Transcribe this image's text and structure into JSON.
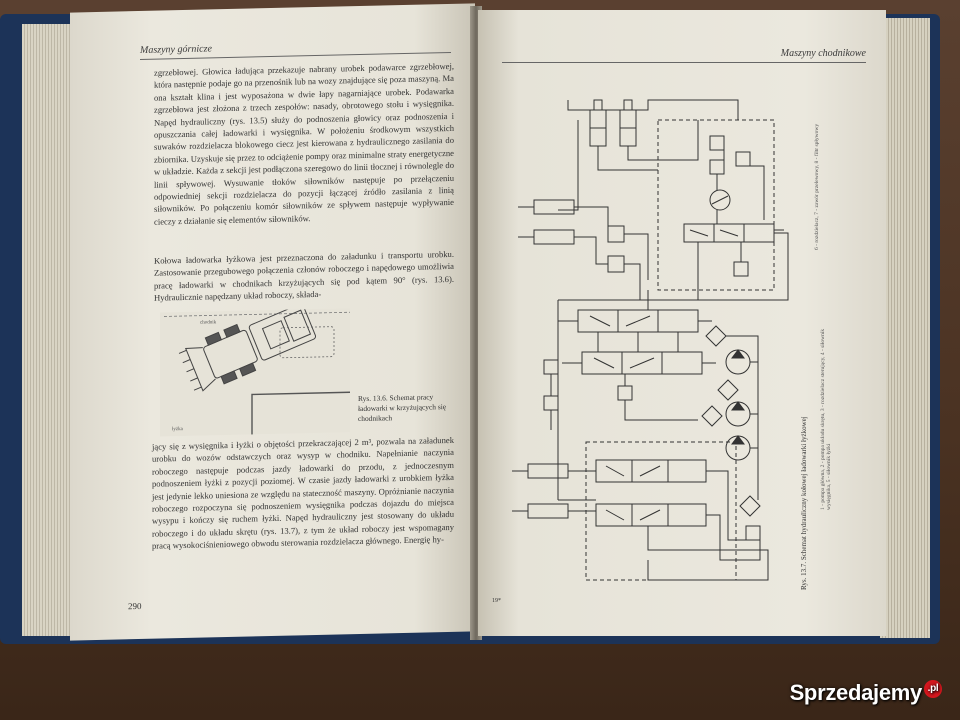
{
  "book": {
    "left_page": {
      "running_head": "Maszyny górnicze",
      "paragraph_1": "zgrzebłowej. Głowica ładująca przekazuje nabrany urobek podawarce zgrzebłowej, która następnie podaje go na przenośnik lub na wozy znajdujące się poza maszyną. Ma ona kształt klina i jest wyposażona w dwie łapy nagarniające urobek. Podawarka zgrzebłowa jest złożona z trzech zespołów: nasady, obrotowego stołu i wysięgnika. Napęd hydrauliczny (rys. 13.5) służy do podnoszenia głowicy oraz podnoszenia i opuszczania całej ładowarki i wysięgnika. W położeniu środkowym wszystkich suwaków rozdzielacza blokowego ciecz jest kierowana z hydraulicznego zasilania do zbiornika. Uzyskuje się przez to odciążenie pompy oraz minimalne straty energetyczne w układzie. Każda z sekcji jest podłączona szeregowo do linii tłocznej i równolegle do linii spływowej. Wysuwanie tłoków siłowników następuje po przełączeniu odpowiedniej sekcji rozdzielacza do pozycji łączącej źródło zasilania z linią siłowników. Po połączeniu komór siłowników ze spływem następuje wypływanie cieczy z działanie się elementów siłowników.",
      "paragraph_2": "Kołowa ładowarka łyżkowa jest przeznaczona do załadunku i transportu urobku. Zastosowanie przegubowego połączenia członów roboczego i napędowego umożliwia pracę ładowarki w chodnikach krzyżujących się pod kątem 90° (rys. 13.6). Hydraulicznie napędzany układ roboczy, składa-",
      "figure_caption": "Rys. 13.6. Schemat pracy ładowarki w krzyżujących się chodnikach",
      "figure_labels": [
        "chodnik",
        "łyżka"
      ],
      "paragraph_3": "jący się z wysięgnika i łyżki o objętości przekraczającej 2 m³, pozwala na załadunek urobku do wozów odstawczych oraz wysyp w chodniku. Napełnianie naczynia roboczego następuje podczas jazdy ładowarki do przodu, z jednoczesnym podnoszeniem łyżki z pozycji poziomej. W czasie jazdy ładowarki z urobkiem łyżka jest jedynie lekko uniesiona ze względu na stateczność maszyny. Opróżnianie naczynia roboczego rozpoczyna się podnoszeniem wysięgnika podczas dojazdu do miejsca wysypu i kończy się ruchem łyżki. Napęd hydrauliczny jest stosowany do układu roboczego i do układu skrętu (rys. 13.7), z tym że układ roboczy jest wspomagany pracą wysokociśnieniowego obwodu sterowania rozdzielacza głównego. Energię hy-",
      "page_number": "290"
    },
    "right_page": {
      "running_head": "Maszyny chodnikowe",
      "figure_caption": "Rys. 13.7. Schemat hydrauliczny kołowej ładowarki łyżkowej",
      "legend_1": "1 - pompa główna, 2 - pompa układu skrętu, 3 - rozdzielacz sterujący, 4 - siłownik wysięgnika, 5 - siłownik łyżki",
      "legend_2": "6 - rozdzielacz, 7 - zawór przelewowy, 8 - filtr spływowy",
      "page_number": "19*"
    }
  },
  "watermark": {
    "text": "Sprzedajemy",
    "badge": ".pl"
  },
  "colors": {
    "cover": "#1c3358",
    "paper": "#e9e6dc",
    "ink": "#333333",
    "table": "#4a3424",
    "watermark_badge": "#d4171e"
  }
}
